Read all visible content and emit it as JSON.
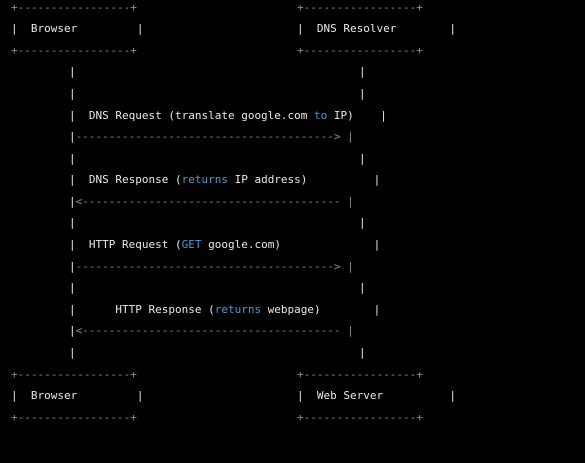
{
  "colors": {
    "background": "#000000",
    "text": "#e8e8e8",
    "keyword": "#4a9bd8",
    "dashes": "#8c8c8c"
  },
  "box_border": "+-----------------+",
  "top": {
    "left_box_label": "Browser",
    "right_box_label": "DNS Resolver"
  },
  "messages": [
    {
      "pre": "DNS Request (translate google.com ",
      "kw": "to",
      "post": " IP)",
      "direction": "right"
    },
    {
      "pre": "DNS Response (",
      "kw": "returns",
      "post": " IP address)",
      "direction": "left"
    },
    {
      "pre": "HTTP Request (",
      "kw": "GET",
      "post": " google.com)",
      "direction": "right"
    },
    {
      "pre": "HTTP Response (",
      "kw": "returns",
      "post": " webpage)",
      "direction": "left"
    }
  ],
  "bottom": {
    "left_box_label": "Browser",
    "right_box_label": "Web Server"
  }
}
